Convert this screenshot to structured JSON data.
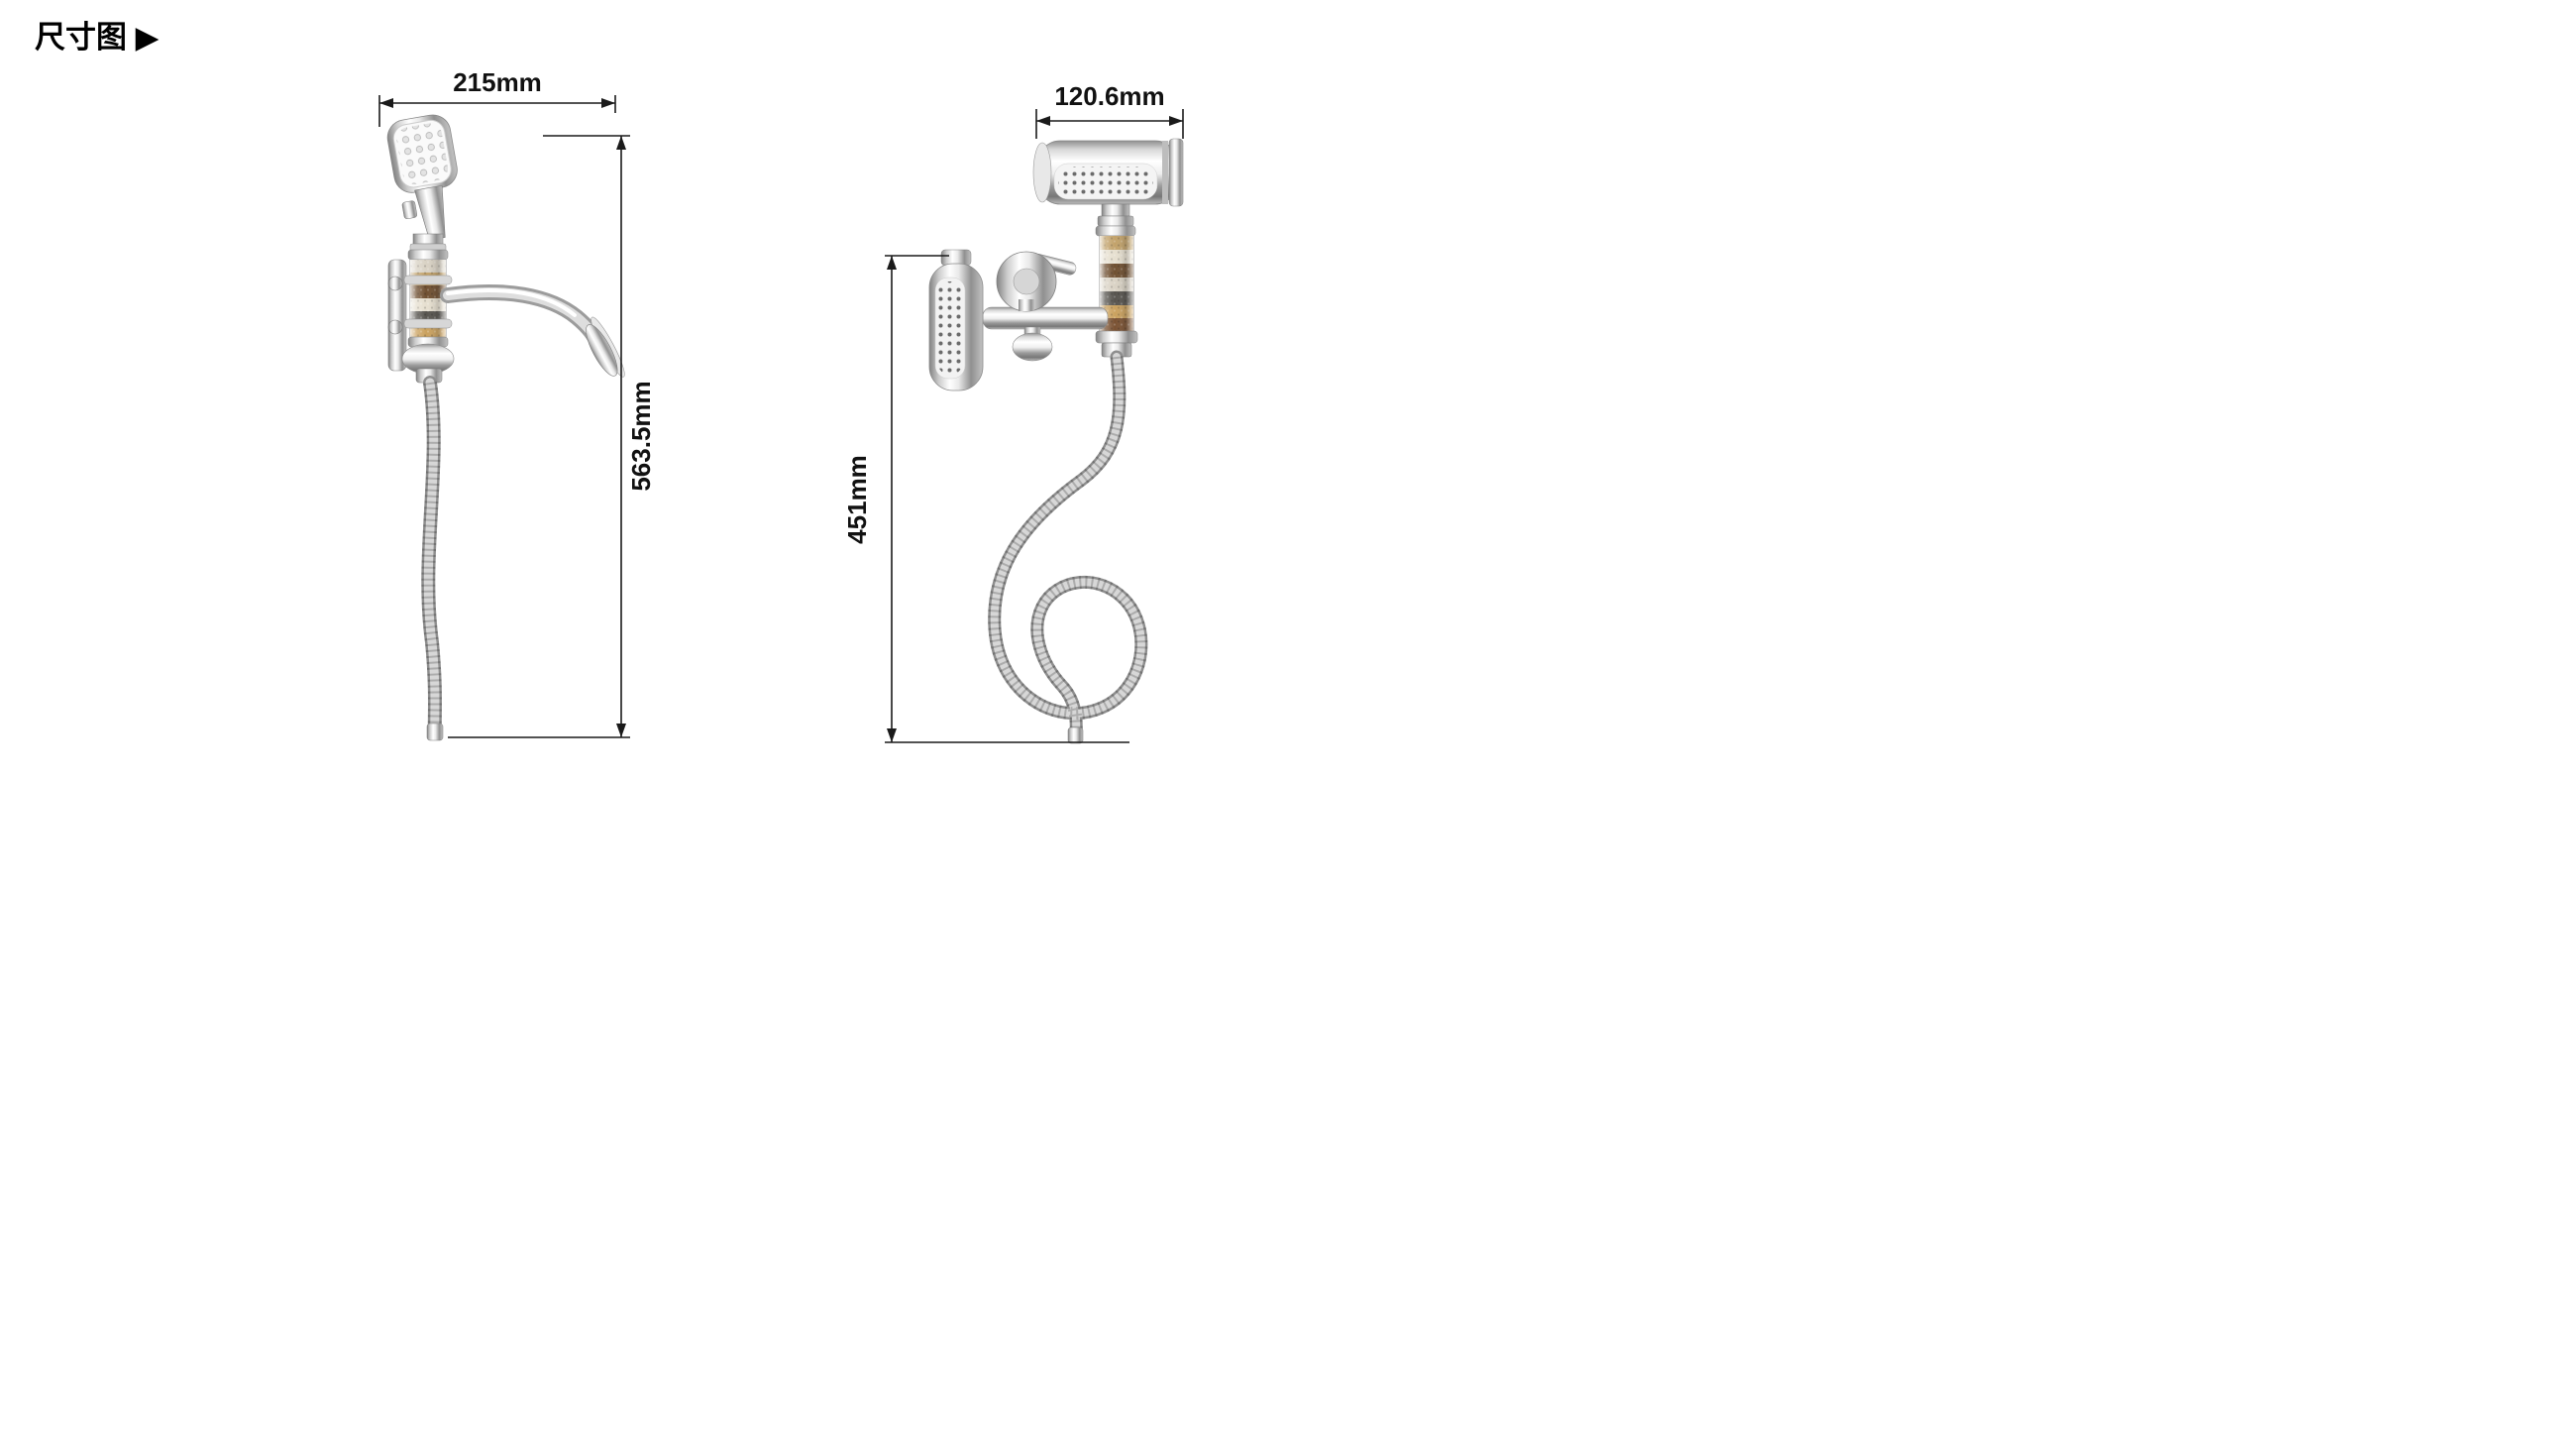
{
  "page": {
    "title": "尺寸图 ▶"
  },
  "views": {
    "left": {
      "width": "215mm",
      "height": "563.5mm"
    },
    "right": {
      "width": "120.6mm",
      "height": "451mm"
    }
  },
  "colors": {
    "dimension_line": "#1a1a1a",
    "chrome_light": "#ffffff",
    "chrome_dark": "#838383",
    "background": "#ffffff"
  }
}
